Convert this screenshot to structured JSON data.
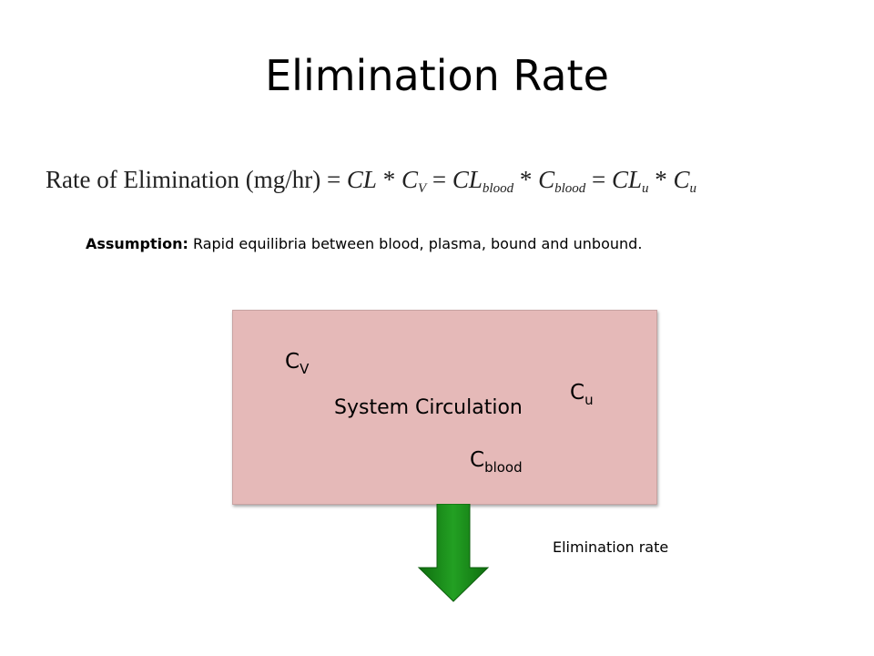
{
  "title": "Elimination Rate",
  "equation": {
    "lhs": "Rate of Elimination (mg/hr)",
    "eq": "=",
    "times": "*",
    "cl": "CL",
    "c": "C",
    "sub_v": "V",
    "sub_blood": "blood",
    "sub_u": "u"
  },
  "assumption": {
    "label": "Assumption:",
    "text": " Rapid equilibria between blood, plasma, bound and unbound."
  },
  "diagram": {
    "box_label": "System Circulation",
    "c_letter": "C",
    "cv_sub": "V",
    "cu_sub": "u",
    "cblood_sub": "blood",
    "arrow_label": "Elimination rate",
    "box_color": "#e5b9b8",
    "arrow_color": "#1f8a1f"
  }
}
